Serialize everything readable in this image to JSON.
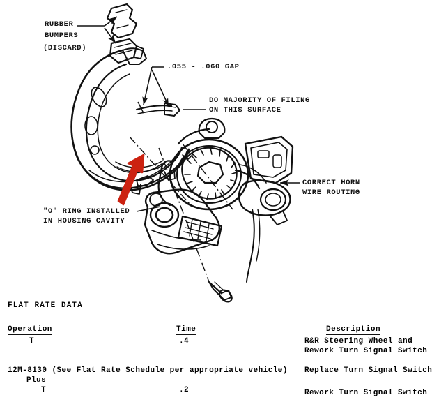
{
  "document": {
    "kind": "service-bulletin-illustration",
    "background_color": "#ffffff",
    "ink_color": "#111111",
    "highlight_color": "#cc2211"
  },
  "diagram": {
    "callouts": [
      {
        "id": "rubber-bumpers",
        "lines": [
          "RUBBER",
          "BUMPERS",
          "(DISCARD)"
        ],
        "line1": "RUBBER",
        "line2": "BUMPERS",
        "line3": "(DISCARD)"
      },
      {
        "id": "gap",
        "line1": ".055 - .060 GAP"
      },
      {
        "id": "filing-surface",
        "line1": "DO MAJORITY OF FILING",
        "line2": "ON THIS SURFACE"
      },
      {
        "id": "horn-wire-routing",
        "line1": "CORRECT HORN",
        "line2": "WIRE ROUTING"
      },
      {
        "id": "o-ring",
        "line1": "\"O\" RING INSTALLED",
        "line2": "IN HOUSING CAVITY"
      }
    ],
    "annotation": {
      "type": "red-arrow",
      "color": "#cc2211",
      "points_to": "horn-contact-ring-tab"
    }
  },
  "flat_rate": {
    "title": "FLAT RATE DATA",
    "columns": {
      "operation": "Operation",
      "time": "Time",
      "description": "Description"
    },
    "rows": [
      {
        "operation": "T",
        "time": ".4",
        "description_line1": "R&R Steering Wheel and",
        "description_line2": "Rework Turn Signal Switch"
      },
      {
        "operation": "12M-8130 (See Flat Rate Schedule per appropriate vehicle)",
        "operation_sub": "Plus",
        "time": "",
        "description_line1": "Replace Turn Signal Switch"
      },
      {
        "operation": "T",
        "time": ".2",
        "description_line1": "Rework Turn Signal Switch"
      }
    ]
  }
}
